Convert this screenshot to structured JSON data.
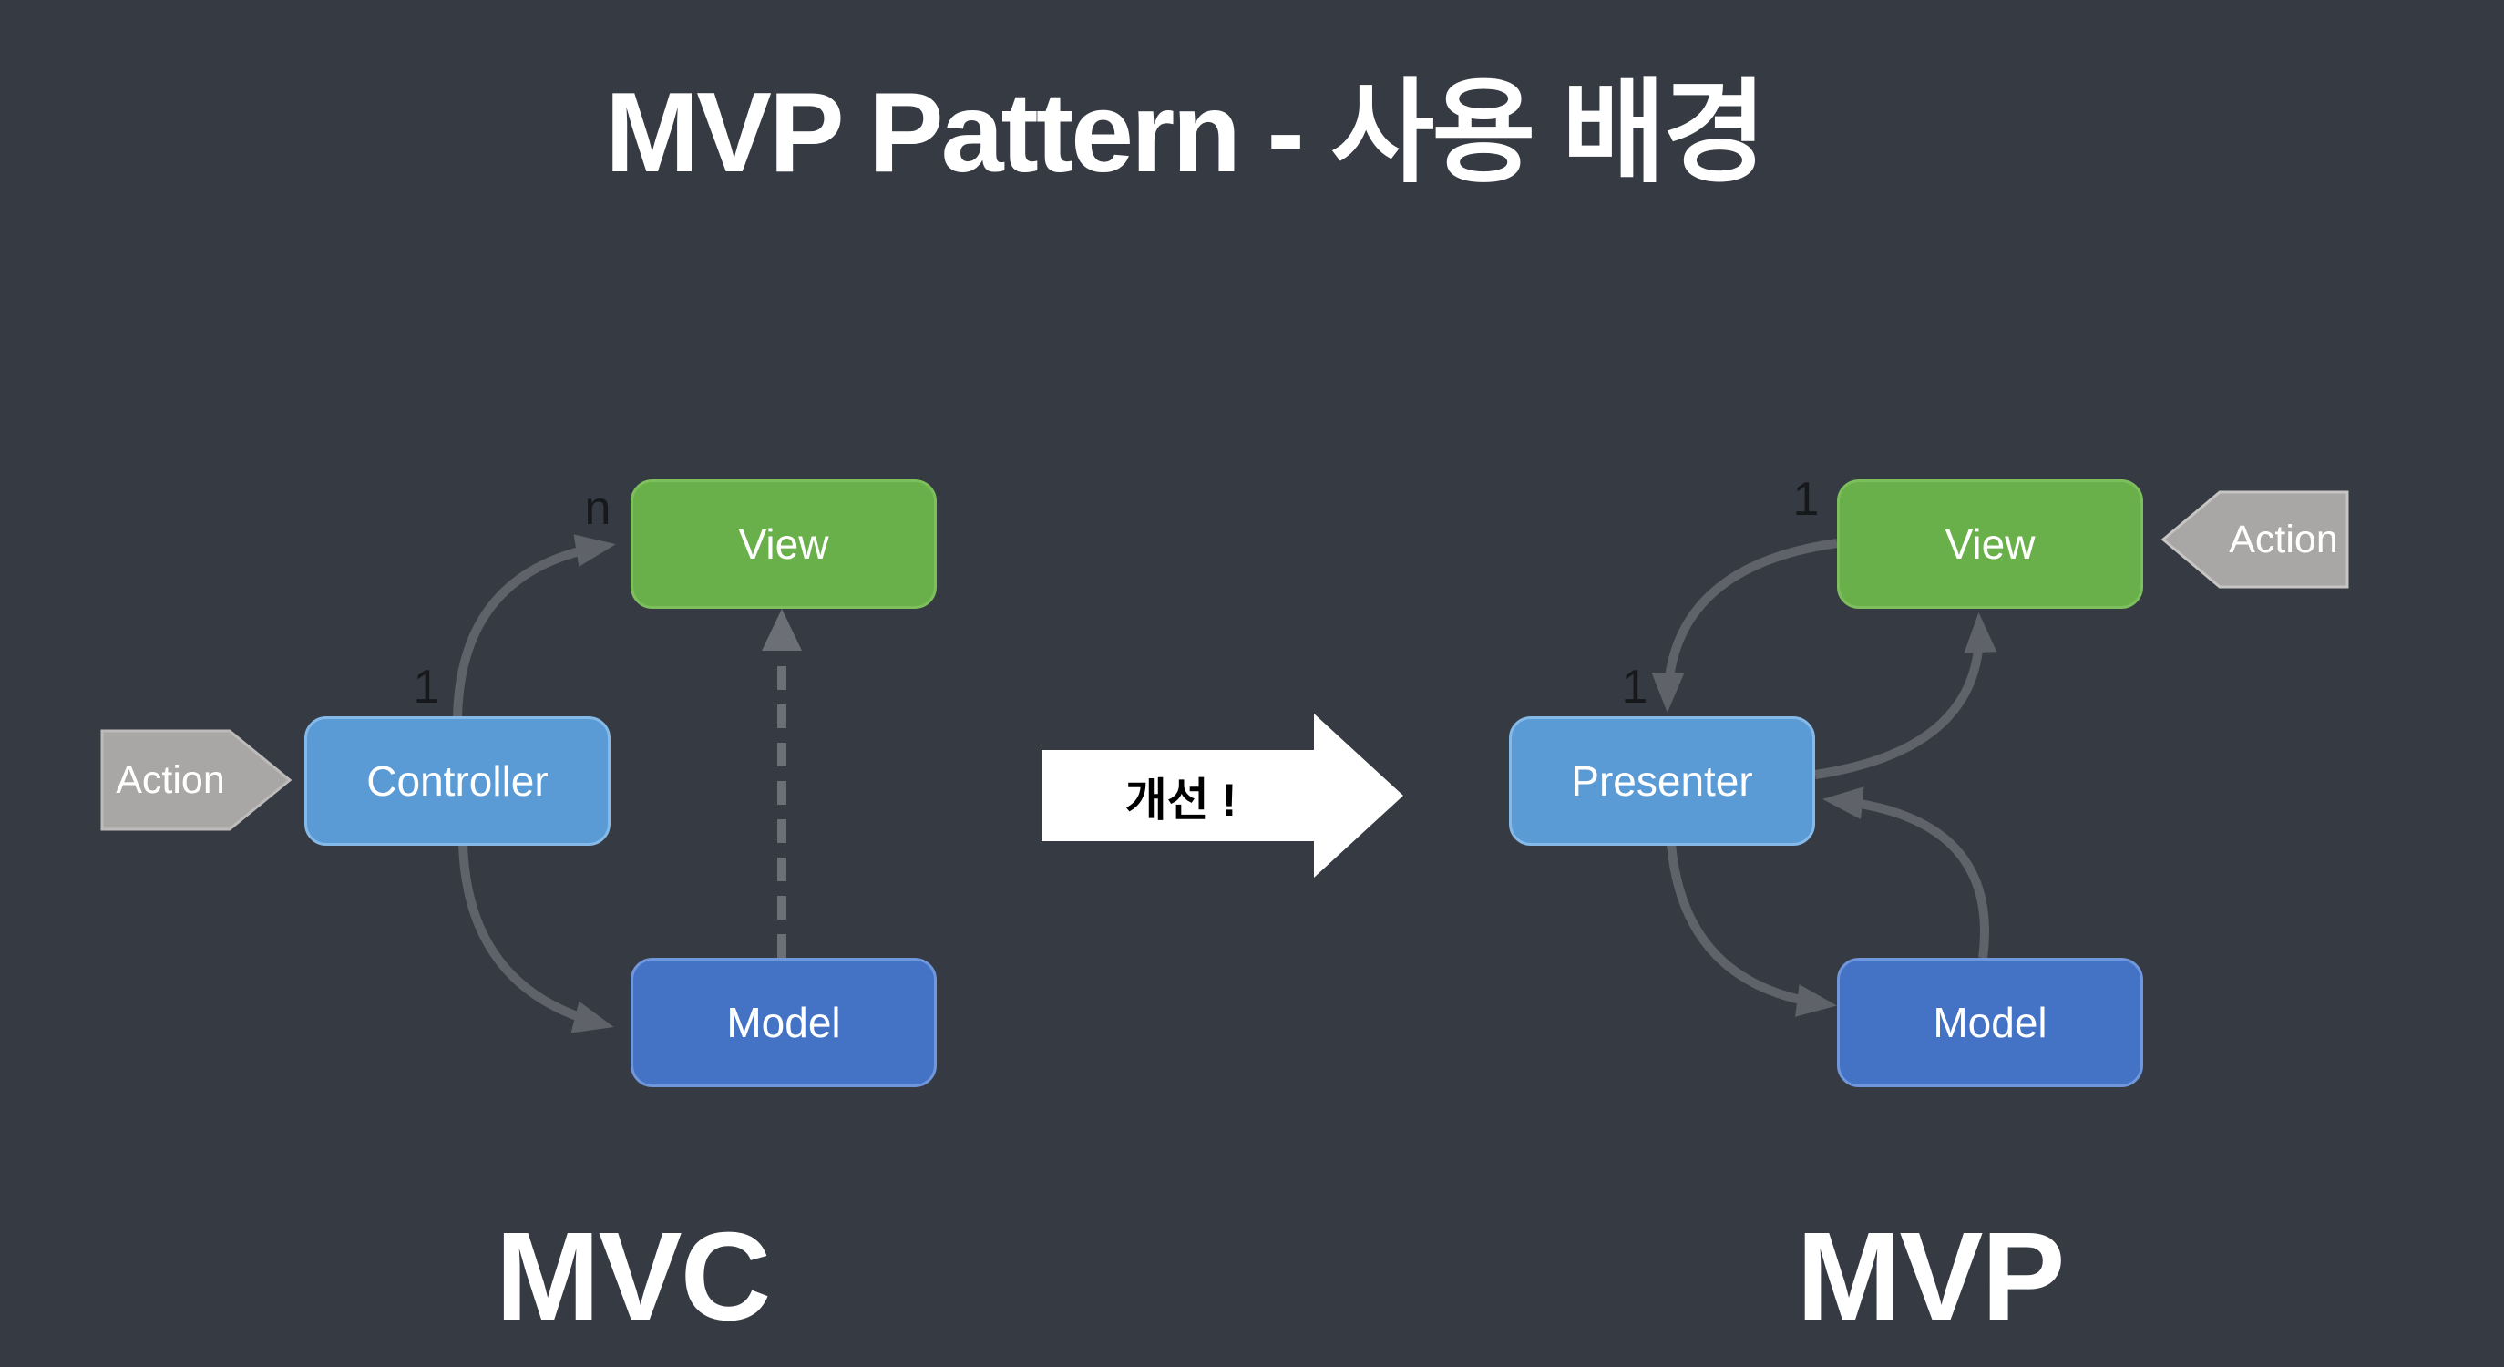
{
  "title": "MVP Pattern - 사용 배경",
  "transition": {
    "label": "개선 !"
  },
  "mvc": {
    "caption": "MVC",
    "nodes": {
      "action": "Action",
      "controller": "Controller",
      "view": "View",
      "model": "Model"
    },
    "multiplicities": {
      "controller": "1",
      "view": "n"
    }
  },
  "mvp": {
    "caption": "MVP",
    "nodes": {
      "action": "Action",
      "presenter": "Presenter",
      "view": "View",
      "model": "Model"
    },
    "multiplicities": {
      "presenter": "1",
      "view": "1"
    }
  },
  "colors": {
    "background": "#363a43",
    "view_green": "#6ab04a",
    "controller_presenter_blue": "#5b9bd5",
    "model_blue": "#4472c4",
    "action_gray": "#a9a7a6",
    "arrow_gray": "#5f6269",
    "arrow_dashed_gray": "#6c6f75",
    "transition_arrow_fill": "#ffffff",
    "transition_text": "#000000",
    "multiplicity_text": "#17181b",
    "text_white": "#ffffff"
  }
}
